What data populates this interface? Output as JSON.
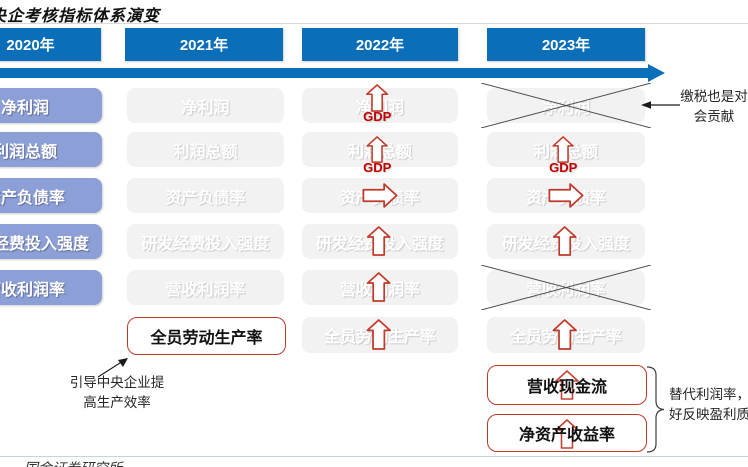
{
  "title": "央企考核指标体系演变",
  "years": [
    "2020年",
    "2021年",
    "2022年",
    "2023年"
  ],
  "gdp_label": "GDP",
  "indicators": {
    "net_profit": "净利润",
    "total_profit": "利润总额",
    "debt_ratio": "资产负债率",
    "rd_intensity": "研发经费投入强度",
    "revenue_margin": "营收利润率",
    "labor_productivity": "全员劳动生产率",
    "revenue_cash": "营收现金流",
    "roe": "净资产收益率"
  },
  "annotations": {
    "tax_line1": "缴税也是对",
    "tax_line2": "会贡献",
    "productivity_line1": "引导中央企业提",
    "productivity_line2": "高生产效率",
    "replace_line1": "替代利润率，",
    "replace_line2": "好反映盈利质"
  },
  "footer": "国金证券研究所",
  "colors": {
    "header_blue": "#0a6fb8",
    "box_purple": "#8c9fd6",
    "box_gray": "#f2f2f2",
    "accent_red": "#c0392b",
    "gdp_red": "#c00000"
  }
}
